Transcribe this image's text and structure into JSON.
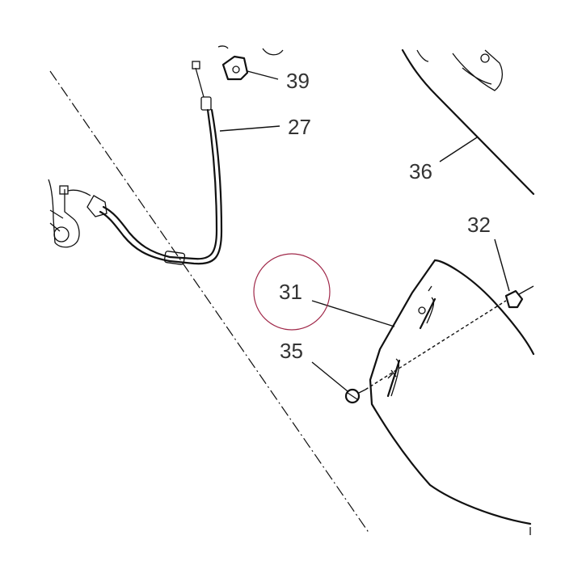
{
  "callouts": {
    "c39": "39",
    "c27": "27",
    "c36": "36",
    "c32": "32",
    "c31": "31",
    "c35": "35"
  },
  "highlight": {
    "target": "31",
    "color": "#a0294a"
  }
}
